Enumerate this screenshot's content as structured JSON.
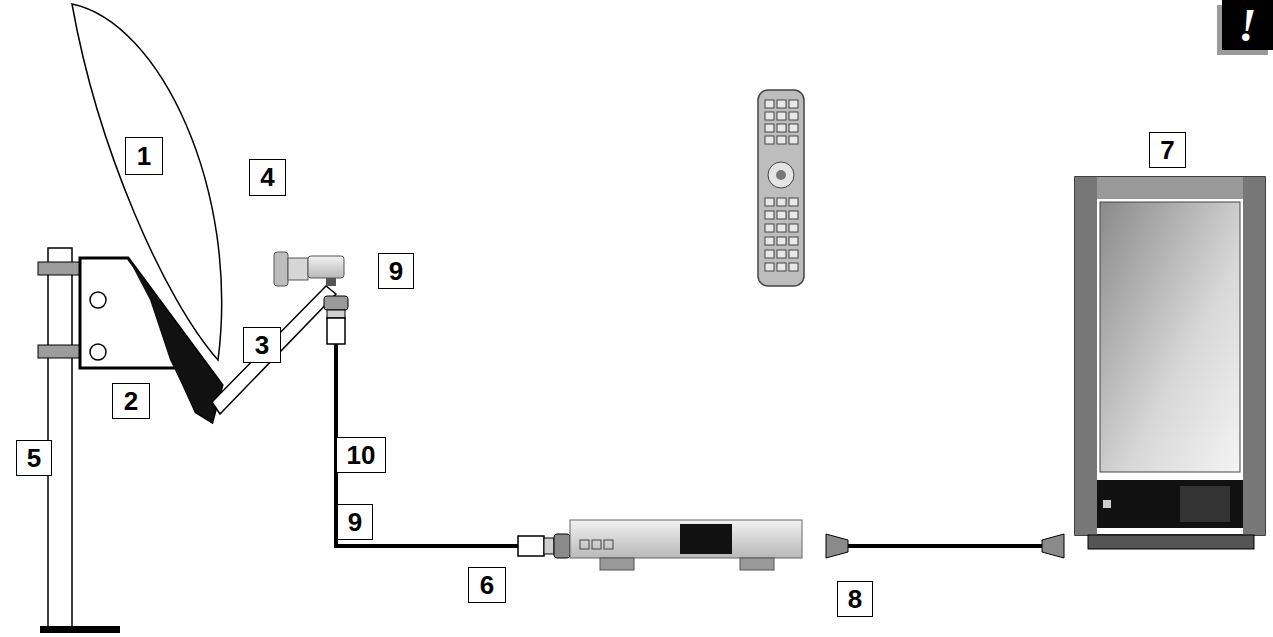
{
  "diagram": {
    "labels": [
      "1",
      "4",
      "9",
      "3",
      "2",
      "10",
      "9",
      "5",
      "7",
      "6",
      "8",
      "!"
    ]
  }
}
